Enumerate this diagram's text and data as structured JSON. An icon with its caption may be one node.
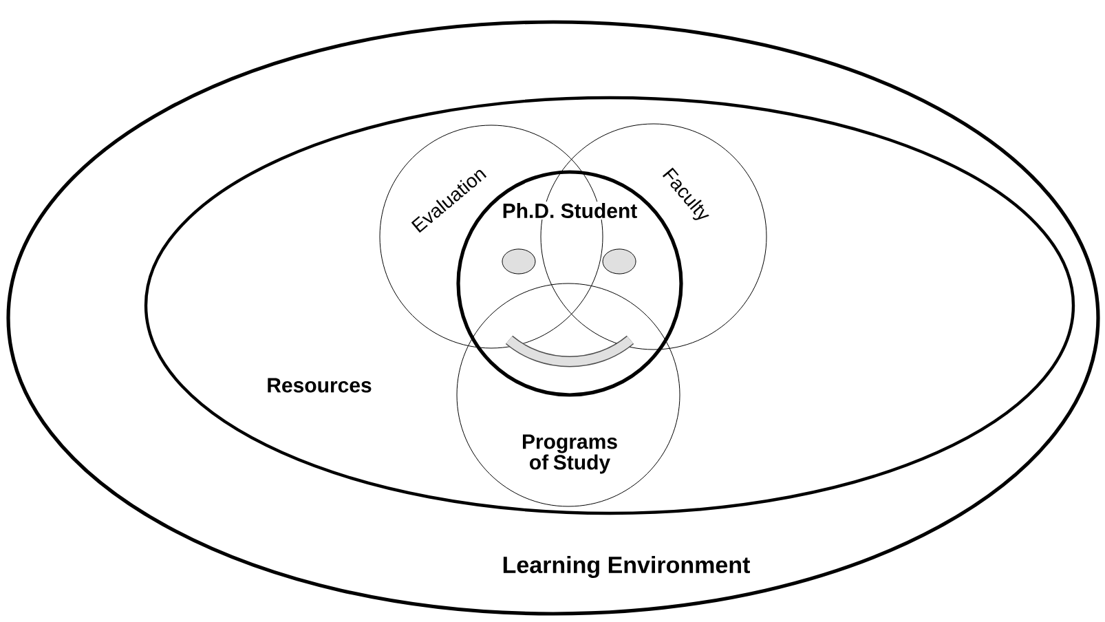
{
  "diagram": {
    "nodes": [
      {
        "text": [
          "Learning Environment"
        ]
      },
      {
        "text": [
          "Resources"
        ],
        "in": 0
      },
      {
        "text": [
          "Evaluation"
        ],
        "in": 1
      },
      {
        "text": [
          "Faculty"
        ],
        "in": 1
      },
      {
        "text": [
          "Ph.D. Student"
        ],
        "in": 1
      },
      {
        "text": [
          "Programs of Study"
        ],
        "in": 1
      }
    ],
    "edges": []
  }
}
